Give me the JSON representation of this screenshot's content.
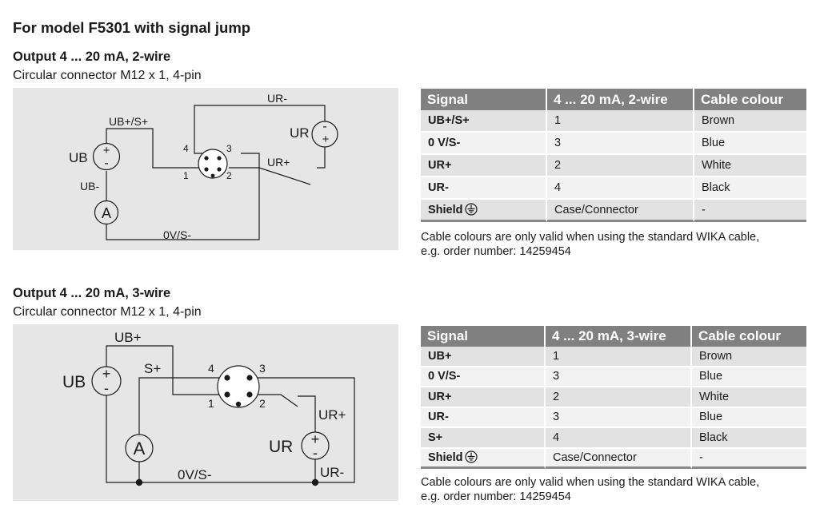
{
  "page": {
    "title": "For model F5301 with signal jump"
  },
  "sections": [
    {
      "title": "Output 4 ... 20 mA, 2-wire",
      "subtitle": "Circular connector M12 x 1, 4-pin",
      "diagram": {
        "labels": {
          "ur_minus_top": "UR-",
          "ub_plus_s_plus": "UB+/S+",
          "ur": "UR",
          "ub": "UB",
          "ub_minus": "UB-",
          "ur_plus": "UR+",
          "zero_v_s": "0V/S-",
          "ammeter": "A",
          "pin1": "1",
          "pin2": "2",
          "pin3": "3",
          "pin4": "4",
          "plus": "+",
          "minus": "-"
        }
      },
      "table": {
        "headers": [
          "Signal",
          "4 ... 20 mA, 2-wire",
          "Cable colour"
        ],
        "rows": [
          [
            "UB+/S+",
            "1",
            "Brown"
          ],
          [
            "0 V/S-",
            "3",
            "Blue"
          ],
          [
            "UR+",
            "2",
            "White"
          ],
          [
            "UR-",
            "4",
            "Black"
          ],
          [
            "Shield",
            "Case/Connector",
            "-"
          ]
        ]
      },
      "note": {
        "line1": "Cable colours are only valid when using the standard WIKA cable,",
        "line2": "e.g. order number: 14259454"
      }
    },
    {
      "title": "Output 4 ... 20 mA, 3-wire",
      "subtitle": "Circular connector M12 x 1, 4-pin",
      "diagram": {
        "labels": {
          "ub_plus": "UB+",
          "s_plus": "S+",
          "ub": "UB",
          "ur_plus": "UR+",
          "ur": "UR",
          "ur_minus": "UR-",
          "zero_v_s": "0V/S-",
          "ammeter": "A",
          "pin1": "1",
          "pin2": "2",
          "pin3": "3",
          "pin4": "4",
          "plus": "+",
          "minus": "-"
        }
      },
      "table": {
        "headers": [
          "Signal",
          "4 ... 20 mA, 3-wire",
          "Cable colour"
        ],
        "rows": [
          [
            "UB+",
            "1",
            "Brown"
          ],
          [
            "0 V/S-",
            "3",
            "Blue"
          ],
          [
            "UR+",
            "2",
            "White"
          ],
          [
            "UR-",
            "3",
            "Blue"
          ],
          [
            "S+",
            "4",
            "Black"
          ],
          [
            "Shield",
            "Case/Connector",
            "-"
          ]
        ]
      },
      "note": {
        "line1": "Cable colours are only valid when using the standard WIKA cable,",
        "line2": "e.g. order number: 14259454"
      }
    }
  ]
}
